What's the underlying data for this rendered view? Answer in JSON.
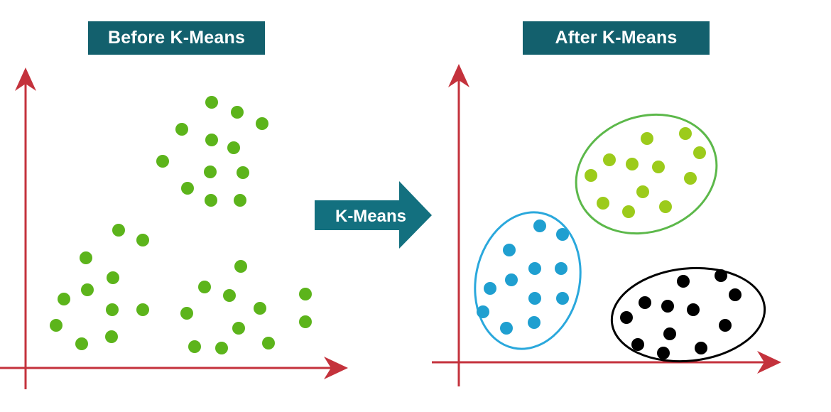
{
  "titles": {
    "before": "Before K-Means",
    "after": "After K-Means"
  },
  "arrow": {
    "label": "K-Means",
    "color": "#13707f"
  },
  "colors": {
    "title_bg": "#13606d",
    "axis": "#c4323c",
    "unclustered_point": "#5cb41b",
    "cluster_green_point": "#9ccb1b",
    "cluster_green_outline": "#5cb84a",
    "cluster_blue_point": "#1f9fd0",
    "cluster_blue_outline": "#2aa8dc",
    "cluster_black_point": "#000000",
    "cluster_black_outline": "#000000"
  },
  "clusters": [
    {
      "name": "green"
    },
    {
      "name": "blue"
    },
    {
      "name": "black"
    }
  ]
}
